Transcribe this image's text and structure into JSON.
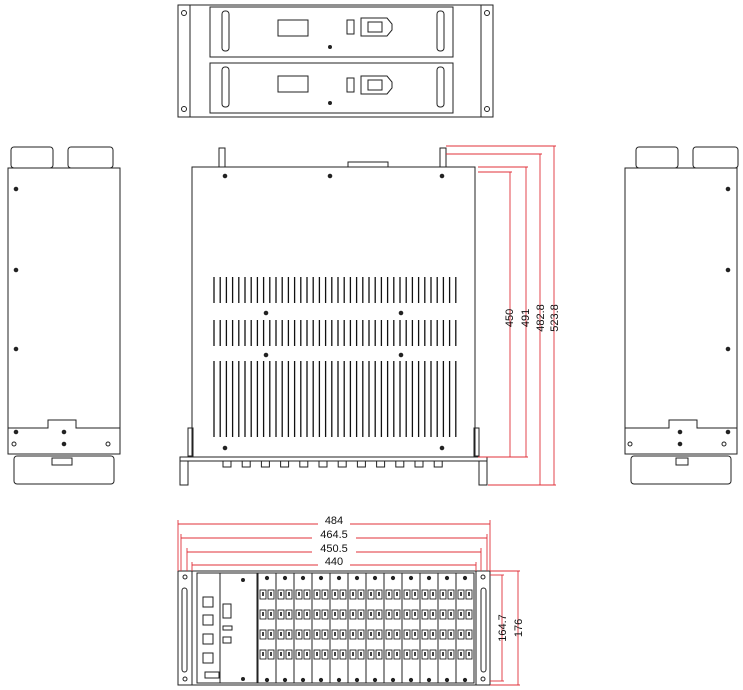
{
  "top_view": {
    "units": 2
  },
  "front_view": {
    "dimensions": {
      "d450": "450",
      "d491": "491",
      "d482_8": "482.8",
      "d523_8": "523.8"
    },
    "vent_rows": 3,
    "connector_count": 12
  },
  "rear_view": {
    "dimensions": {
      "d484": "484",
      "d464_5": "464.5",
      "d450_5": "450.5",
      "d440": "440",
      "d164_7": "164.7",
      "d176": "176"
    },
    "line_card_count": 12,
    "ports_per_card": 8
  },
  "colors": {
    "line": "#222222",
    "dimension": "#e0303a",
    "fill": "#ffffff"
  }
}
